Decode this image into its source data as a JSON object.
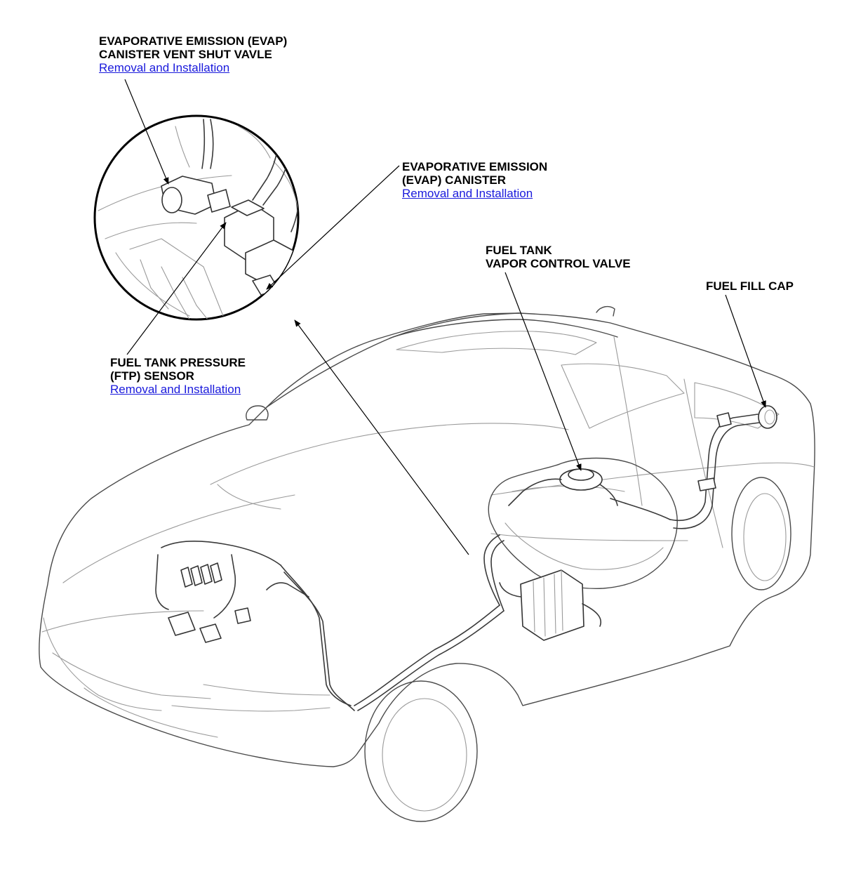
{
  "colors": {
    "link": "#1a1adc",
    "text": "#000000",
    "outline": "#4a4a4a"
  },
  "callouts": {
    "vent_valve": {
      "line1": "EVAPORATIVE EMISSION (EVAP)",
      "line2": "CANISTER VENT SHUT VAVLE",
      "link": "Removal and Installation"
    },
    "canister": {
      "line1": "EVAPORATIVE EMISSION",
      "line2": "(EVAP) CANISTER",
      "link": "Removal and Installation"
    },
    "ftp_sensor": {
      "line1": "FUEL TANK PRESSURE",
      "line2": "(FTP) SENSOR",
      "link": "Removal and Installation"
    },
    "vapor_valve": {
      "line1": "FUEL TANK",
      "line2": "VAPOR CONTROL VALVE"
    },
    "fill_cap": {
      "line1": "FUEL FILL CAP"
    }
  }
}
